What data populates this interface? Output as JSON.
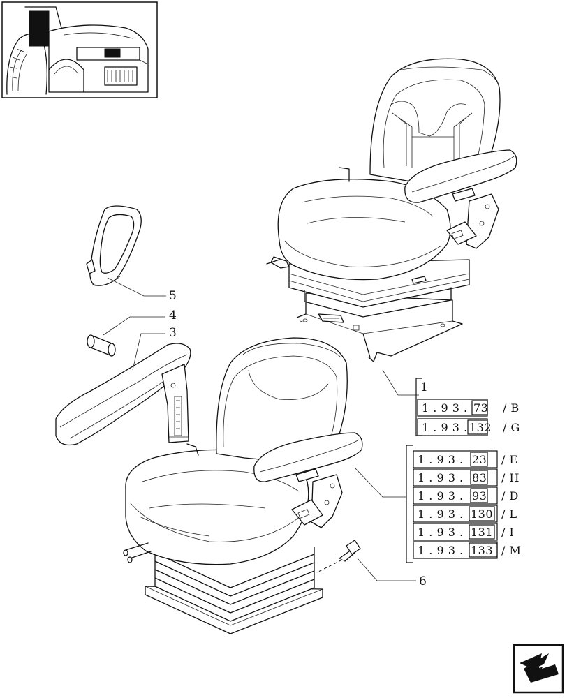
{
  "callouts": [
    {
      "id": "5",
      "label": "5"
    },
    {
      "id": "4",
      "label": "4"
    },
    {
      "id": "3",
      "label": "3"
    },
    {
      "id": "1",
      "label": "1"
    },
    {
      "id": "6",
      "label": "6"
    }
  ],
  "ref_group_upper": [
    {
      "code": "1 . 9 3 .",
      "num": "73",
      "suffix": "/ B"
    },
    {
      "code": "1 . 9 3 .",
      "num": "132",
      "suffix": "/ G"
    }
  ],
  "ref_group_lower": [
    {
      "code": "1 . 9 3 .",
      "num": "23",
      "suffix": "/ E"
    },
    {
      "code": "1 . 9 3 .",
      "num": "83",
      "suffix": "/ H"
    },
    {
      "code": "1 . 9 3 .",
      "num": "93",
      "suffix": "/ D"
    },
    {
      "code": "1 . 9 3 .",
      "num": "130",
      "suffix": "/ L"
    },
    {
      "code": "1 . 9 3 .",
      "num": "131",
      "suffix": "/ I"
    },
    {
      "code": "1 . 9 3 .",
      "num": "133",
      "suffix": "/ M"
    }
  ],
  "icons": {
    "thumbnail": "tractor-thumbnail-icon",
    "navigation": "next-page-arrow-icon"
  }
}
